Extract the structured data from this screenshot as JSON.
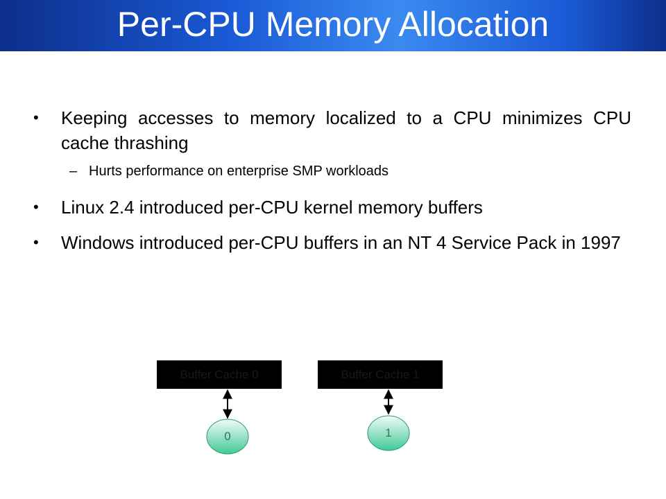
{
  "title": "Per-CPU Memory Allocation",
  "bullets": [
    {
      "text": "Keeping accesses to memory localized to a CPU minimizes CPU cache thrashing"
    },
    {
      "text": "Hurts performance on enterprise SMP workloads"
    },
    {
      "text": "Linux 2.4 introduced per-CPU kernel memory buffers"
    },
    {
      "text": "Windows introduced per-CPU buffers in an NT 4 Service Pack in 1997"
    }
  ],
  "diagram": {
    "caches": [
      {
        "label": "Buffer Cache 0"
      },
      {
        "label": "Buffer Cache 1"
      }
    ],
    "cpus": [
      {
        "label": "0"
      },
      {
        "label": "1"
      }
    ]
  },
  "colors": {
    "title_bar": "#1a5ad6",
    "cpu_fill_top": "#f2fbf7",
    "cpu_fill_bottom": "#3fc996",
    "cache_box": "#000000"
  }
}
